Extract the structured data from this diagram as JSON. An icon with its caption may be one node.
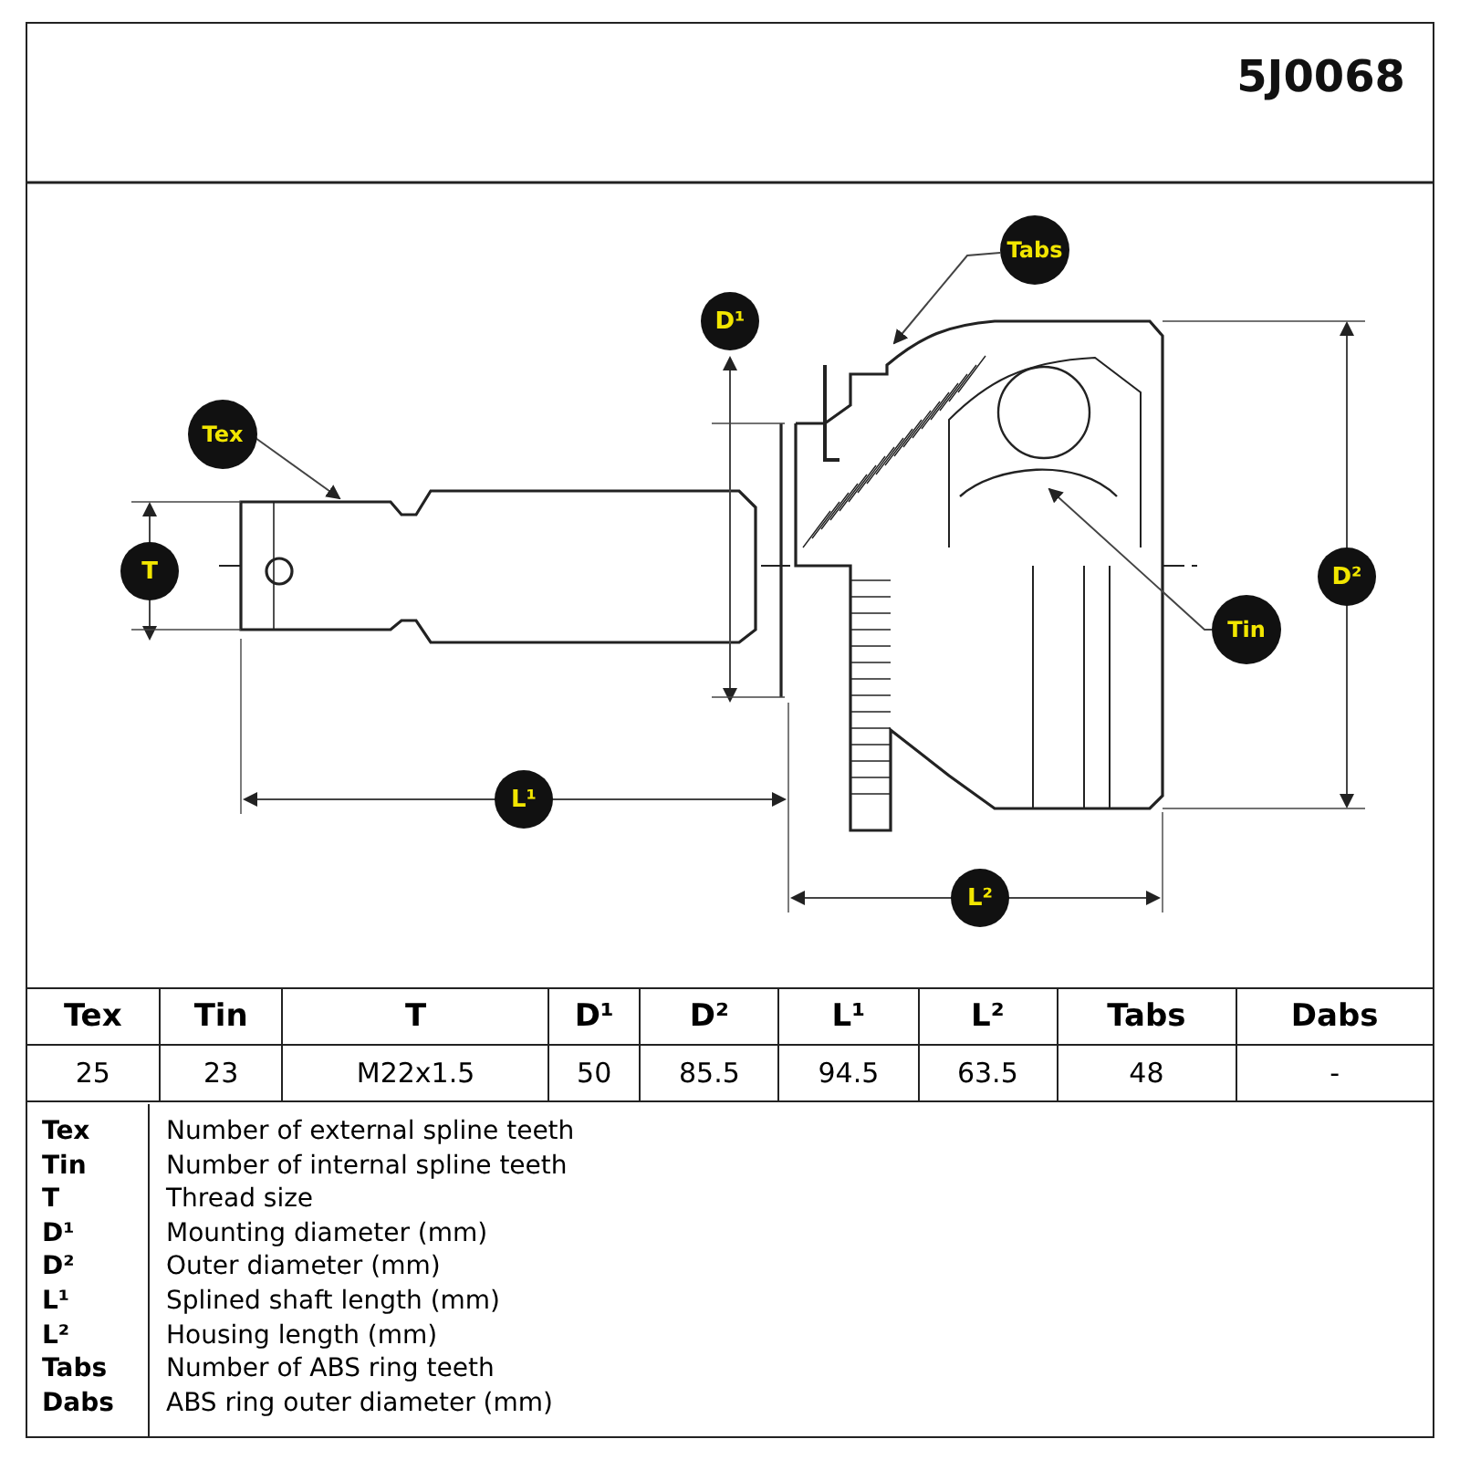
{
  "diagram": {
    "nodes": [
      {
        "text": [
          "Tabs"
        ]
      },
      {
        "text": [
          "Tex"
        ]
      },
      {
        "text": [
          "Tin"
        ]
      }
    ],
    "edges": [
      {
        "from": 0,
        "to": null,
        "arrow": "to"
      },
      {
        "from": 1,
        "to": null,
        "arrow": "to"
      },
      {
        "from": 2,
        "to": null,
        "arrow": "to"
      }
    ],
    "labels": [
      "5J0068",
      "D¹",
      "T",
      "D²",
      "L¹",
      "L²",
      "Tex",
      "Tin",
      "T",
      "D¹",
      "D²",
      "L¹",
      "L²",
      "Tabs",
      "Dabs",
      "25",
      "23",
      "M22x1.5",
      "50",
      "85.5",
      "94.5",
      "63.5",
      "48",
      "-",
      "Tex",
      "Number of external spline teeth",
      "Tin",
      "Number of internal spline teeth",
      "T",
      "Thread size",
      "D¹",
      "Mounting diameter (mm)",
      "D²",
      "Outer diameter (mm)",
      "L¹",
      "Splined shaft length (mm)",
      "L²",
      "Housing length (mm)",
      "Tabs",
      "Number of ABS ring teeth",
      "Dabs",
      "ABS ring outer diameter (mm)"
    ]
  }
}
